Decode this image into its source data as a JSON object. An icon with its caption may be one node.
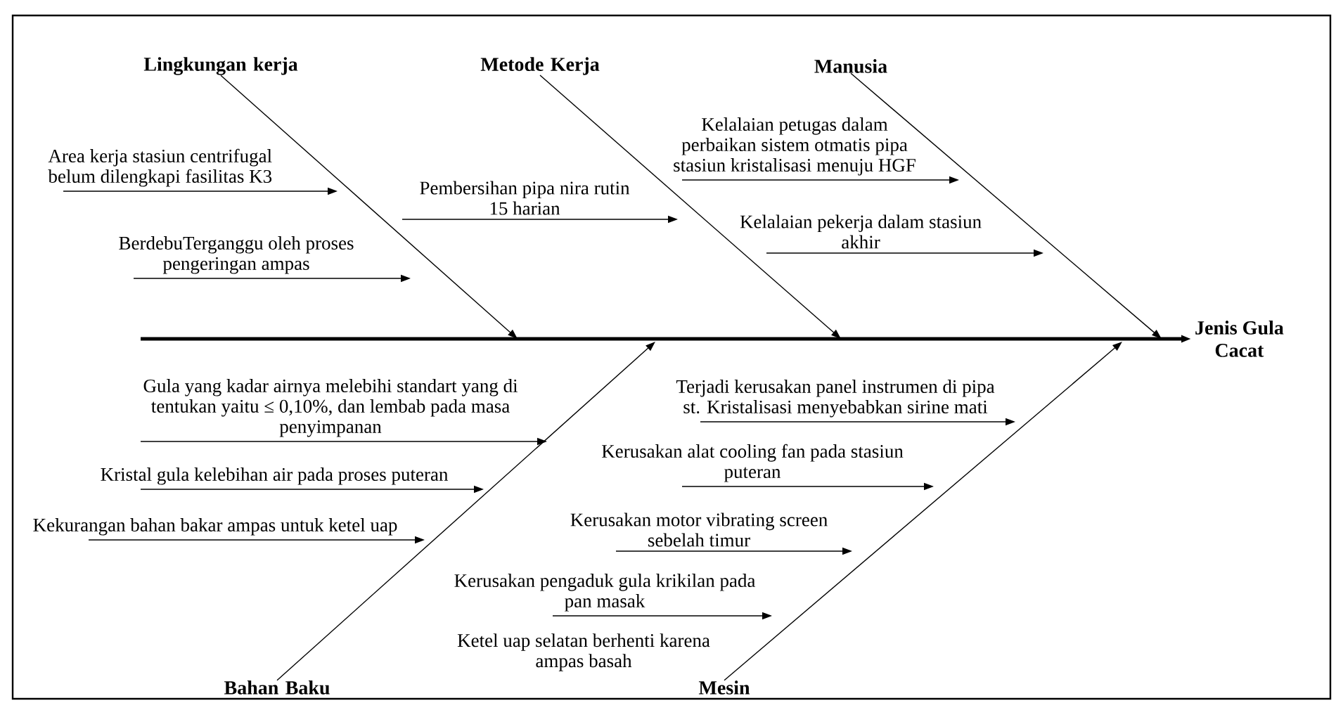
{
  "diagram": {
    "nodes": [
      {
        "text": [
          "Lingkungan kerja"
        ]
      },
      {
        "text": [
          "Metode Kerja"
        ]
      },
      {
        "text": [
          "Manusia"
        ]
      },
      {
        "text": [
          "Area kerja stasiun centrifugal belum dilengkapi fasilitas K3"
        ]
      },
      {
        "text": [
          "BerdebuTerganggu oleh proses pengeringan ampas"
        ]
      },
      {
        "text": [
          "Pembersihan pipa nira rutin 15 harian"
        ]
      },
      {
        "text": [
          "Kelalaian petugas dalam perbaikan sistem otmatis pipa stasiun kristalisasi menuju HGF"
        ]
      },
      {
        "text": [
          "Kelalaian pekerja dalam stasiun akhir"
        ]
      },
      {
        "text": [
          "Jenis Gula Cacat"
        ]
      },
      {
        "text": [
          "Gula yang kadar airnya melebihi standart yang di tentukan yaitu ≤ 0,10%, dan lembab pada masa penyimpanan"
        ]
      },
      {
        "text": [
          "Kristal gula kelebihan air pada proses puteran"
        ]
      },
      {
        "text": [
          "Kekurangan bahan bakar ampas untuk ketel uap"
        ]
      },
      {
        "text": [
          "Terjadi kerusakan panel instrumen di pipa st. Kristalisasi menyebabkan sirine mati"
        ]
      },
      {
        "text": [
          "Kerusakan alat cooling fan pada stasiun puteran"
        ]
      },
      {
        "text": [
          "Kerusakan motor vibrating screen sebelah timur"
        ]
      },
      {
        "text": [
          "Kerusakan pengaduk gula krikilan pada pan masak"
        ]
      },
      {
        "text": [
          "Bahan Baku"
        ]
      },
      {
        "text": [
          "Mesin"
        ]
      }
    ],
    "edges": [
      {
        "from": 0,
        "to": null,
        "arrow": "to"
      },
      {
        "from": 1,
        "to": null,
        "arrow": "to"
      },
      {
        "from": 2,
        "to": null,
        "arrow": "to"
      },
      {
        "from": 16,
        "to": null,
        "arrow": "to"
      },
      {
        "from": 17,
        "to": null,
        "arrow": "to"
      },
      {
        "from": null,
        "to": 8,
        "arrow": "to",
        "style": "thick"
      },
      {
        "from": 3,
        "to": null,
        "arrow": "to"
      },
      {
        "from": 4,
        "to": null,
        "arrow": "to"
      },
      {
        "from": 5,
        "to": null,
        "arrow": "to"
      },
      {
        "from": 6,
        "to": null,
        "arrow": "to"
      },
      {
        "from": 7,
        "to": null,
        "arrow": "to"
      },
      {
        "from": 9,
        "to": null,
        "arrow": "to"
      },
      {
        "from": 10,
        "to": null,
        "arrow": "to"
      },
      {
        "from": 11,
        "to": null,
        "arrow": "to"
      },
      {
        "from": 12,
        "to": null,
        "arrow": "to"
      },
      {
        "from": 13,
        "to": null,
        "arrow": "to"
      },
      {
        "from": 14,
        "to": null,
        "arrow": "to"
      },
      {
        "from": 15,
        "to": null,
        "arrow": "to"
      }
    ],
    "labels": [
      "Ketel uap selatan berhenti karena ampas basah"
    ]
  }
}
